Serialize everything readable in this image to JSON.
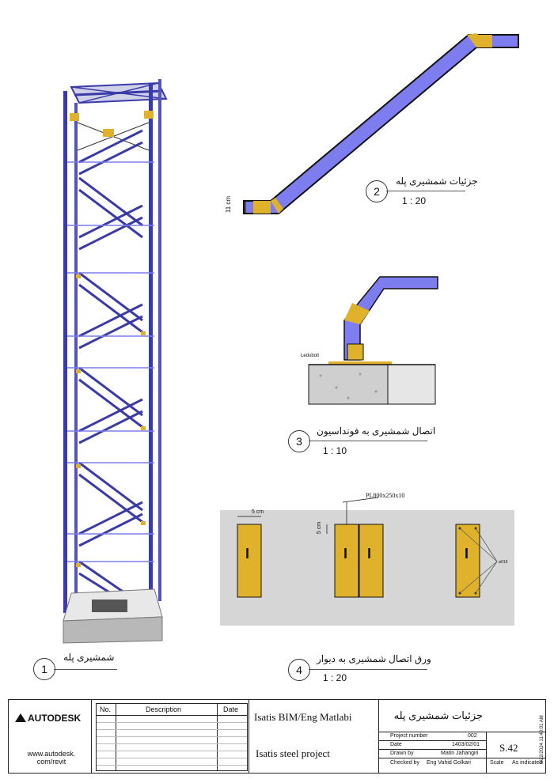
{
  "views": {
    "v1": {
      "number": "1",
      "title": "شمشیری پله"
    },
    "v2": {
      "number": "2",
      "title": "جزئیات شمشیری پله",
      "scale": "1 : 20",
      "dim": "11 cm"
    },
    "v3": {
      "number": "3",
      "title": "اتصال شمشیری به فونداسیون",
      "scale": "1 : 10",
      "tag": "Ledubolt"
    },
    "v4": {
      "number": "4",
      "title": "ورق اتصال شمشیری  به دیوار",
      "scale": "1 : 20",
      "plate": "PL800x250x10",
      "dim_h": "5 cm",
      "dim_v": "5 cm",
      "bolt": "ø015",
      "i_mark": "I"
    }
  },
  "titleblock": {
    "brand": "AUTODESK",
    "url": "www.autodesk.\ncom/revit",
    "revision_headers": {
      "no": "No.",
      "description": "Description",
      "date": "Date"
    },
    "company": "Isatis BIM/Eng Matlabi",
    "project": "Isatis steel project",
    "sheet_title": "جزئیات شمشیری پله",
    "project_number_label": "Project number",
    "project_number": "002",
    "date_label": "Date",
    "date": "1403/02/01",
    "drawn_by_label": "Drawn by",
    "drawn_by": "Matin Jahangiri",
    "checked_by_label": "Checked by",
    "checked_by": "Eng Vahid Golkari",
    "sheet_number": "S.42",
    "scale_label": "Scale",
    "scale_value": "As indicated",
    "print_stamp": "5/22/2024 11:40:01 AM"
  },
  "colors": {
    "steel": "#3a3aa8",
    "steel_light": "#7d7df0",
    "plate": "#e0b22c",
    "concrete": "#d9d9d9",
    "wall": "#d6d6d6"
  }
}
